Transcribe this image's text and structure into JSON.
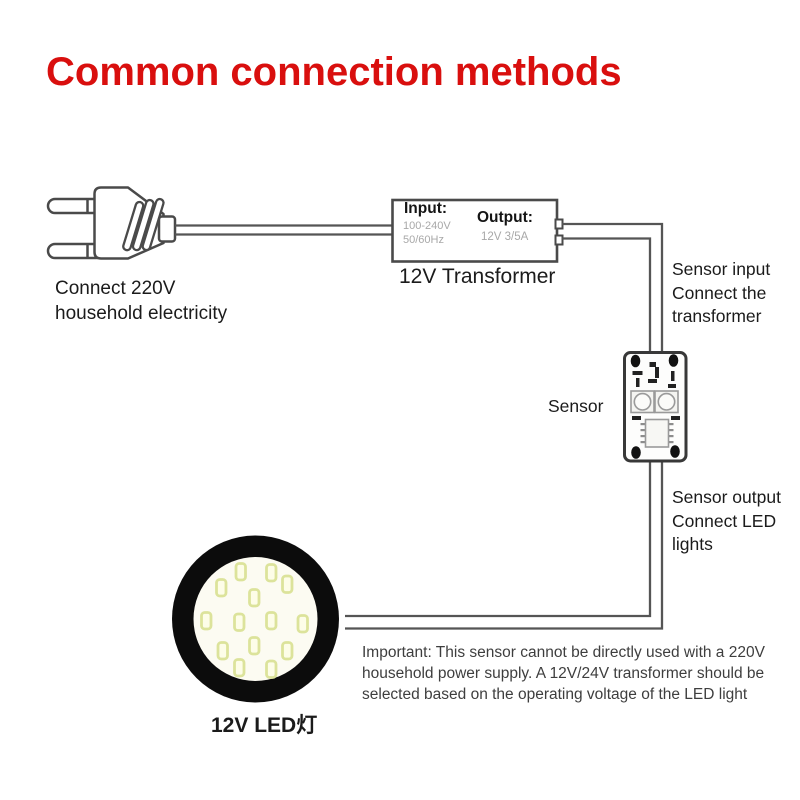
{
  "title": "Common connection methods",
  "colors": {
    "title": "#d90f0e",
    "wire": "#555555",
    "outline": "#3f3f3f",
    "text": "#1b1b1b",
    "muted_text": "#a8a8a8",
    "note_text": "#3e3e3e",
    "lamp_ring": "#0c0c0c",
    "led_chip_border": "#dce39b"
  },
  "labels": {
    "plug": "Connect 220V\nhousehold electricity",
    "transformer_name": "12V Transformer",
    "sensor_input_note": "Sensor input\nConnect the\ntransformer",
    "sensor_name": "Sensor",
    "sensor_output_note": "Sensor output\nConnect LED\nlights",
    "led_name": "12V LED灯",
    "important_note": "Important: This sensor cannot be directly used with a 220V\nhousehold power supply. A 12V/24V transformer should be\nselected based on the operating voltage of the LED light"
  },
  "transformer": {
    "input_label": "Input:",
    "input_value": "100-240V\n50/60Hz",
    "output_label": "Output:",
    "output_value": "12V 3/5A"
  }
}
